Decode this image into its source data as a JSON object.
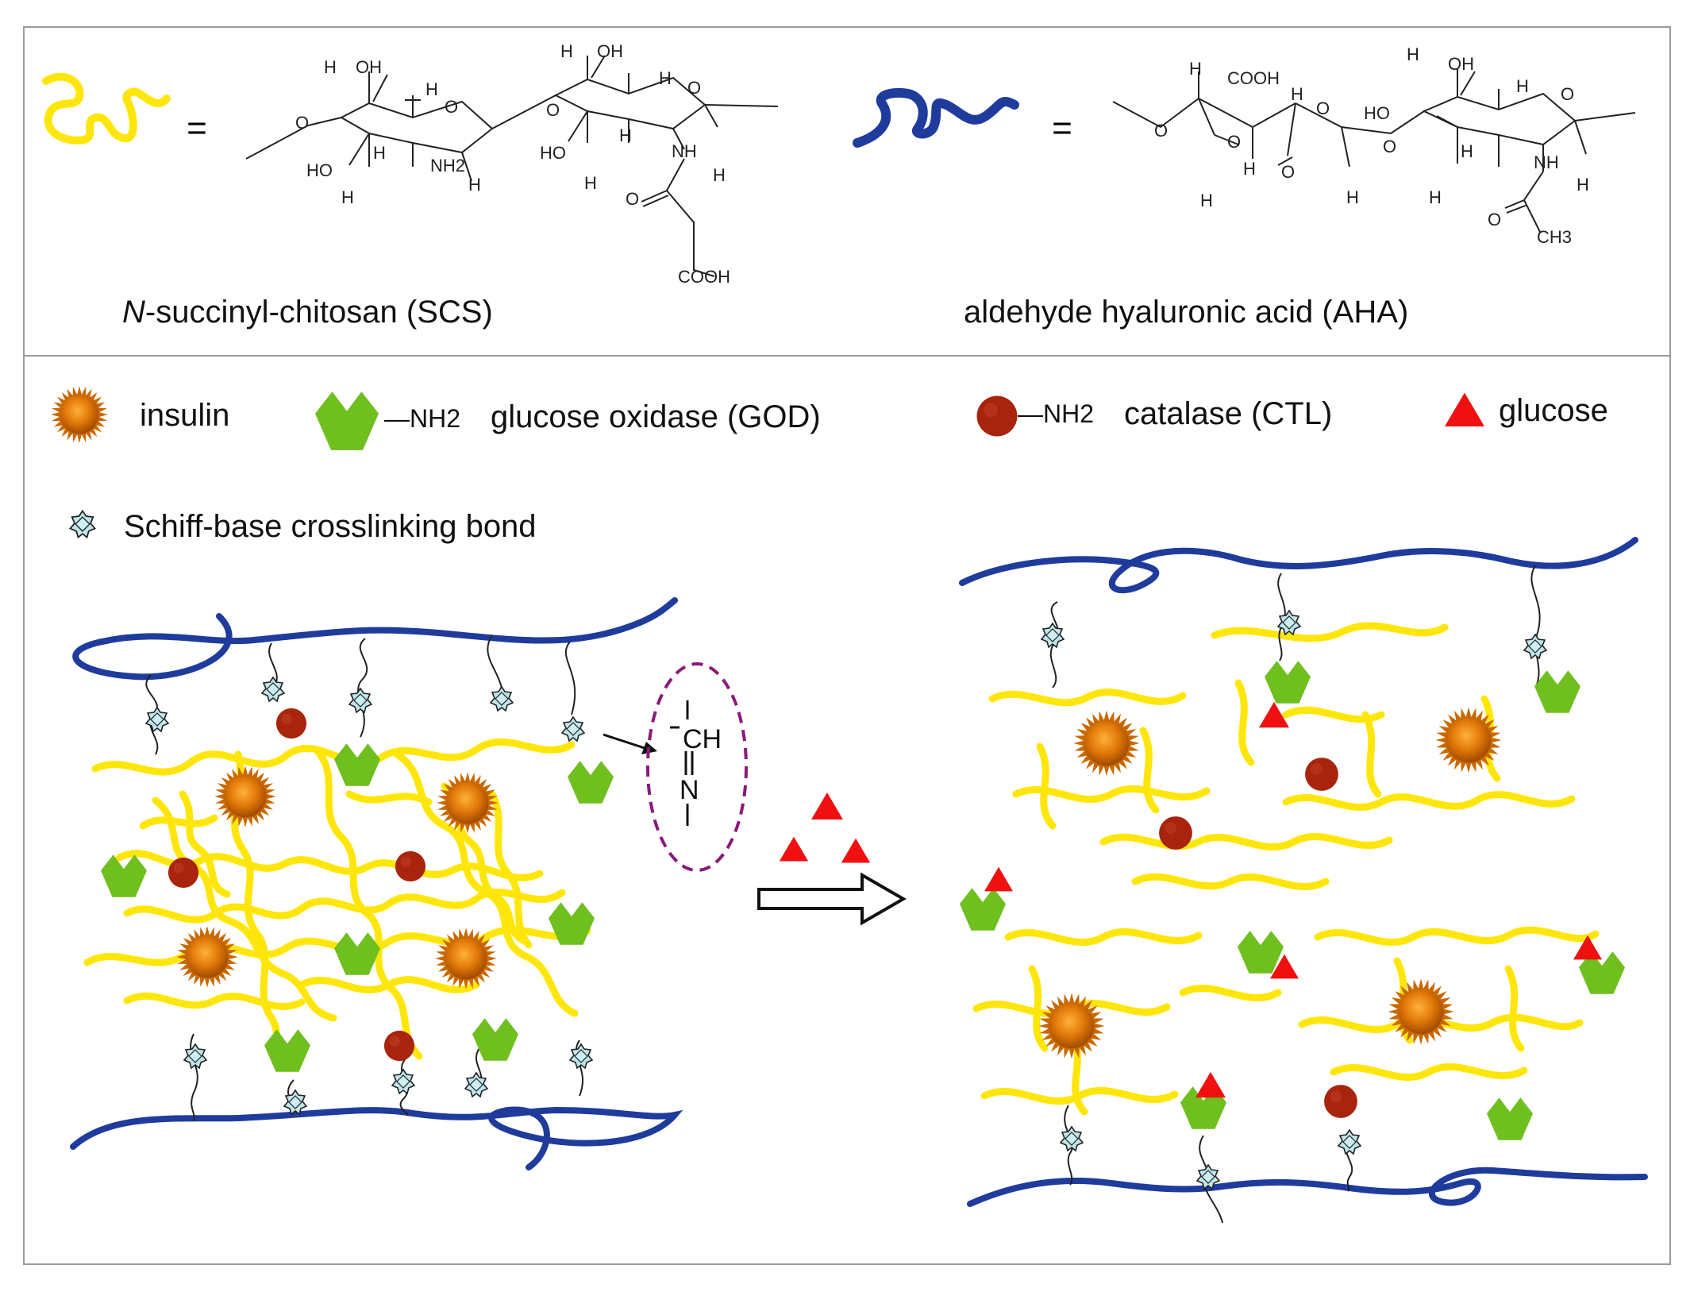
{
  "structures": {
    "scs": {
      "name_prefix": "N",
      "name_rest": "-succinyl-chitosan (SCS)",
      "equals": "=",
      "atoms": {
        "h1": "H",
        "oh1": "OH",
        "h2": "H",
        "o1": "O",
        "ho1": "HO",
        "h3": "H",
        "h4": "H",
        "nh2": "NH2",
        "h5": "H",
        "o2": "O",
        "h6": "H",
        "oh2": "OH",
        "h7": "H",
        "o3": "O",
        "ho2": "HO",
        "h8": "H",
        "h9": "H",
        "nh": "NH",
        "h10": "H",
        "o4": "O",
        "cooh": "COOH"
      }
    },
    "aha": {
      "name": "aldehyde hyaluronic acid (AHA)",
      "equals": "=",
      "atoms": {
        "o1": "O",
        "h1": "H",
        "cooh": "COOH",
        "h2": "H",
        "o2": "O",
        "h3": "H",
        "o3": "O",
        "h4": "H",
        "o4": "O",
        "h5": "H",
        "oh": "OH",
        "ho": "HO",
        "h6": "H",
        "o5": "O",
        "h7": "H",
        "o6": "O",
        "h8": "H",
        "h9": "H",
        "nh": "NH",
        "h10": "H",
        "o7": "O",
        "ch3": "CH3"
      }
    }
  },
  "legend": {
    "insulin": "insulin",
    "nh2": "—NH2",
    "god": "glucose oxidase (GOD)",
    "ctl": "catalase (CTL)",
    "glucose": "glucose",
    "schiff": "Schiff-base crosslinking bond"
  },
  "callout": {
    "ch": "CH",
    "n": "N"
  },
  "colors": {
    "scs_yellow": "#ffe60a",
    "aha_blue": "#1f3b9c",
    "god_green": "#6fbf1e",
    "catalase_red": "#a8240c",
    "glucose_red": "#f01010",
    "schiff_cyan": "#bfe6ec",
    "callout_purple": "#8a1a7a",
    "frame_gray": "#9a9a9a"
  },
  "icons": {
    "insulin": "orange-sunburst",
    "god": "green-notched-hexagon",
    "catalase": "red-dot",
    "glucose": "red-triangle",
    "schiff": "cyan-star-diamond",
    "arrow": "hollow-right-arrow"
  }
}
